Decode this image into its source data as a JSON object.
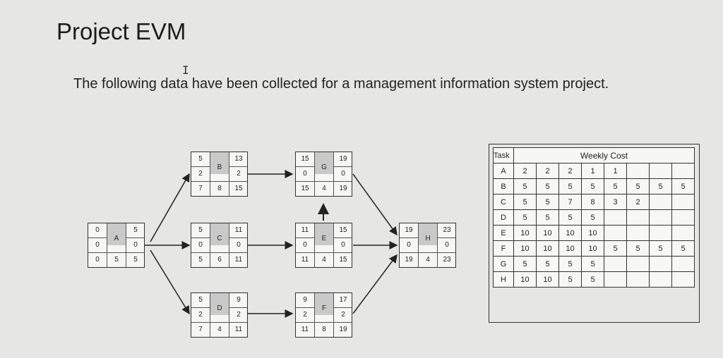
{
  "title": "Project EVM",
  "paragraph": "The following data have been collected for a management information system project.",
  "network": {
    "A": {
      "es": "0",
      "id": "A",
      "ef": "5",
      "ls_left": "0",
      "slack": "0",
      "ls": "0",
      "dur": "5",
      "lf": "5"
    },
    "B": {
      "es": "5",
      "id": "B",
      "ef": "13",
      "ls_left": "2",
      "slack": "2",
      "ls": "7",
      "dur": "8",
      "lf": "15"
    },
    "C": {
      "es": "5",
      "id": "C",
      "ef": "11",
      "ls_left": "0",
      "slack": "0",
      "ls": "5",
      "dur": "6",
      "lf": "11"
    },
    "D": {
      "es": "5",
      "id": "D",
      "ef": "9",
      "ls_left": "2",
      "slack": "2",
      "ls": "7",
      "dur": "4",
      "lf": "11"
    },
    "G": {
      "es": "15",
      "id": "G",
      "ef": "19",
      "ls_left": "0",
      "slack": "0",
      "ls": "15",
      "dur": "4",
      "lf": "19"
    },
    "E": {
      "es": "11",
      "id": "E",
      "ef": "15",
      "ls_left": "0",
      "slack": "0",
      "ls": "11",
      "dur": "4",
      "lf": "15"
    },
    "F": {
      "es": "9",
      "id": "F",
      "ef": "17",
      "ls_left": "2",
      "slack": "2",
      "ls": "11",
      "dur": "8",
      "lf": "19"
    },
    "H": {
      "es": "19",
      "id": "H",
      "ef": "23",
      "ls_left": "0",
      "slack": "0",
      "ls": "19",
      "dur": "4",
      "lf": "23"
    }
  },
  "cost_table": {
    "header_task": "Task",
    "header_weekly": "Weekly Cost",
    "rows": [
      {
        "task": "A",
        "vals": [
          "2",
          "2",
          "2",
          "1",
          "1",
          "",
          "",
          ""
        ]
      },
      {
        "task": "B",
        "vals": [
          "5",
          "5",
          "5",
          "5",
          "5",
          "5",
          "5",
          "5"
        ]
      },
      {
        "task": "C",
        "vals": [
          "5",
          "5",
          "7",
          "8",
          "3",
          "2",
          "",
          ""
        ]
      },
      {
        "task": "D",
        "vals": [
          "5",
          "5",
          "5",
          "5",
          "",
          "",
          "",
          ""
        ]
      },
      {
        "task": "E",
        "vals": [
          "10",
          "10",
          "10",
          "10",
          "",
          "",
          "",
          ""
        ]
      },
      {
        "task": "F",
        "vals": [
          "10",
          "10",
          "10",
          "10",
          "5",
          "5",
          "5",
          "5"
        ]
      },
      {
        "task": "G",
        "vals": [
          "5",
          "5",
          "5",
          "5",
          "",
          "",
          "",
          ""
        ]
      },
      {
        "task": "H",
        "vals": [
          "10",
          "10",
          "5",
          "5",
          "",
          "",
          "",
          ""
        ]
      }
    ]
  }
}
